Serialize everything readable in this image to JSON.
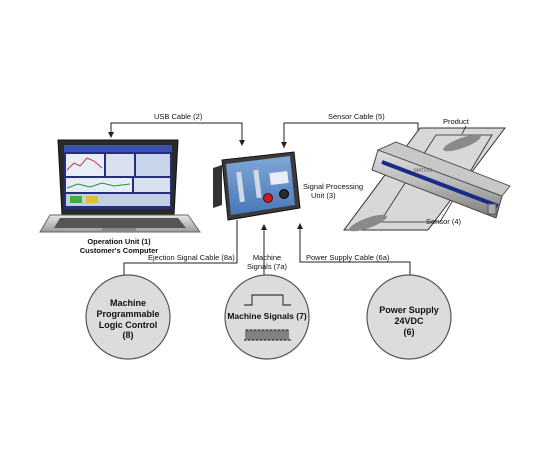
{
  "labels": {
    "usb_cable": "USB Cable (2)",
    "sensor_cable": "Sensor Cable (5)",
    "product": "Product",
    "signal_unit_line1": "Signal Processing",
    "signal_unit_line2": "Unit (3)",
    "sensor": "Sensor (4)",
    "operation_unit_line1": "Operation Unit (1)",
    "operation_unit_line2": "Customer's Computer",
    "ejection_cable": "Ejection Signal Cable (8a)",
    "machine_signals_7a_line1": "Machine",
    "machine_signals_7a_line2": "Signals (7a)",
    "power_cable": "Power Supply Cable (6a)"
  },
  "circles": {
    "plc": {
      "line1": "Machine",
      "line2": "Programmable",
      "line3": "Logic Control",
      "line4": "(8)"
    },
    "machine_signals": {
      "title": "Machine Signals (7)"
    },
    "power_supply": {
      "line1": "Power Supply",
      "line2": "24VDC",
      "line3": "(6)"
    }
  },
  "laptop_screen": {
    "window_title": "LPT Analyzer 1000"
  },
  "colors": {
    "circle_fill": "#dcdcdc",
    "circle_stroke": "#555555",
    "line": "#222222"
  }
}
